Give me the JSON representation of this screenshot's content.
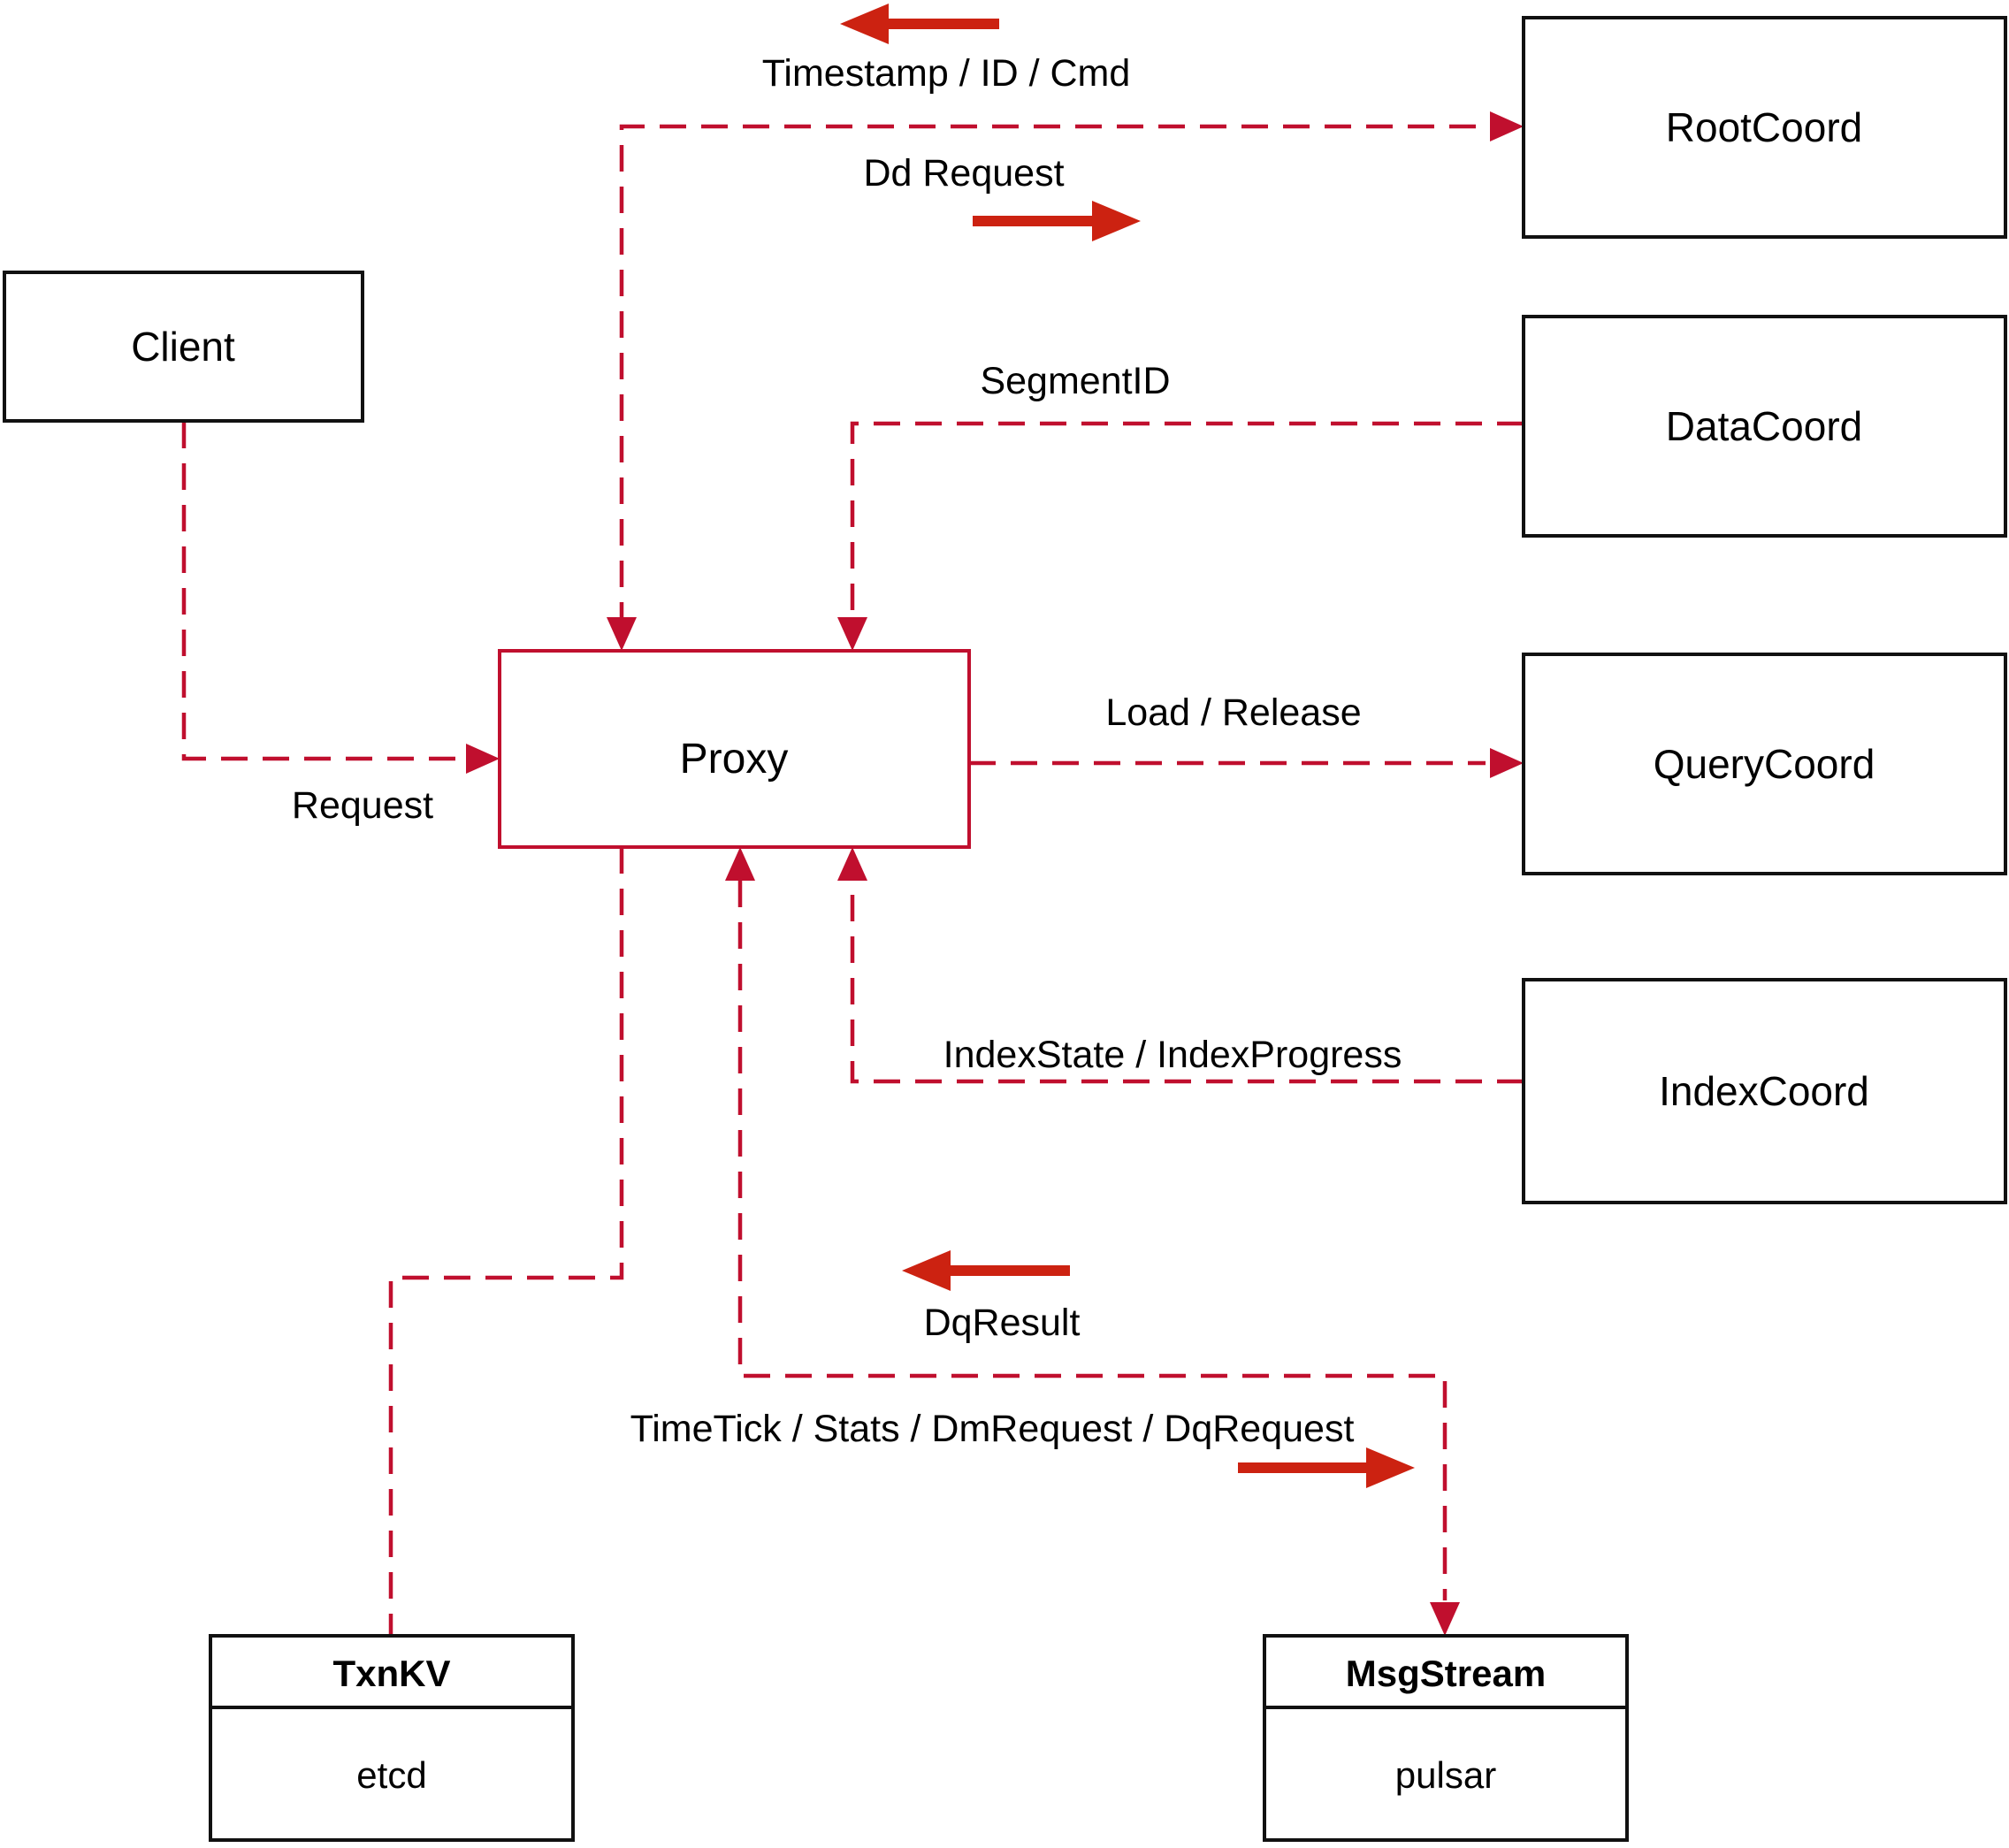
{
  "colors": {
    "line_red": "#c00f2e",
    "arrow_red": "#cc2211",
    "box_border": "#111111",
    "text": "#000000",
    "background": "#ffffff"
  },
  "nodes": {
    "client": {
      "label": "Client"
    },
    "proxy": {
      "label": "Proxy"
    },
    "root_coord": {
      "label": "RootCoord"
    },
    "data_coord": {
      "label": "DataCoord"
    },
    "query_coord": {
      "label": "QueryCoord"
    },
    "index_coord": {
      "label": "IndexCoord"
    },
    "txn_kv": {
      "title": "TxnKV",
      "subtitle": "etcd"
    },
    "msg_stream": {
      "title": "MsgStream",
      "subtitle": "pulsar"
    }
  },
  "edge_labels": {
    "timestamp_id_cmd": "Timestamp / ID / Cmd",
    "dd_request": "Dd Request",
    "segment_id": "SegmentID",
    "request": "Request",
    "load_release": "Load / Release",
    "index_state_progress": "IndexState / IndexProgress",
    "dq_result": "DqResult",
    "timetick_stats": "TimeTick / Stats / DmRequest / DqRequest"
  }
}
